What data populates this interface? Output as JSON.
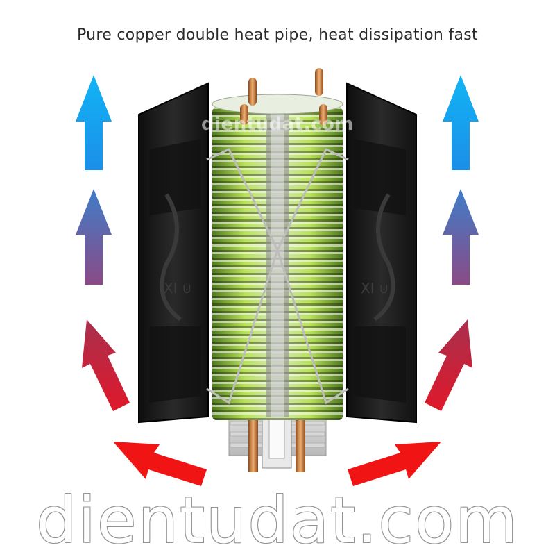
{
  "headline": "Pure copper double heat pipe, heat dissipation fast",
  "watermark": {
    "small": "dientudat.com",
    "large": "dientudat.com"
  },
  "product": {
    "fan_markings_left": "XI ⊍",
    "fan_markings_right": "XI ⊍"
  },
  "colors": {
    "arrow_blue": "#1aa8f0",
    "arrow_purple": "#7a4f8f",
    "arrow_crimson": "#c8203a",
    "arrow_red": "#f21010",
    "fan_black": "#1a1a1a",
    "fin_green": "#9ccf3a",
    "copper": "#c8783a"
  },
  "icons": [
    "up-arrow-icon",
    "diagonal-arrow-icon"
  ]
}
